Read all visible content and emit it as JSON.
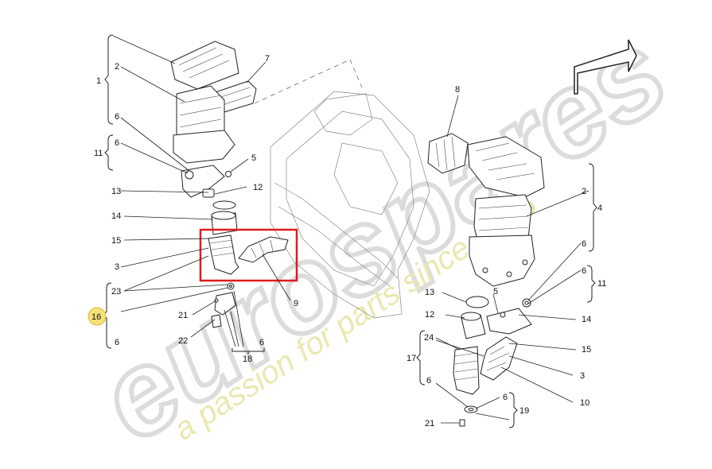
{
  "watermark": {
    "brand": "eurospares",
    "tagline": "a passion for parts since 1985",
    "color": "#d9d9d9",
    "tagline_color": "#e8e6a8"
  },
  "highlight": {
    "box_color": "#e01b1b",
    "circle_color": "#f7e27a",
    "circled_label": "16"
  },
  "callouts": {
    "c1": "1",
    "c2a": "2",
    "c7": "7",
    "c6a": "6",
    "c11a": "11",
    "c6b": "6",
    "c5a": "5",
    "c13a": "13",
    "c12a": "12",
    "c14a": "14",
    "c15a": "15",
    "c3a": "3",
    "c23": "23",
    "c16": "16",
    "c21a": "21",
    "c22": "22",
    "c6c": "6",
    "c6d": "6",
    "c18": "18",
    "c9": "9",
    "c8": "8",
    "c2b": "2",
    "c4": "4",
    "c6e": "6",
    "c6f": "6",
    "c11b": "11",
    "c13b": "13",
    "c5b": "5",
    "c12b": "12",
    "c14b": "14",
    "c24": "24",
    "c15b": "15",
    "c17": "17",
    "c3b": "3",
    "c6g": "6",
    "c6h": "6",
    "c19": "19",
    "c10": "10",
    "c21b": "21"
  }
}
